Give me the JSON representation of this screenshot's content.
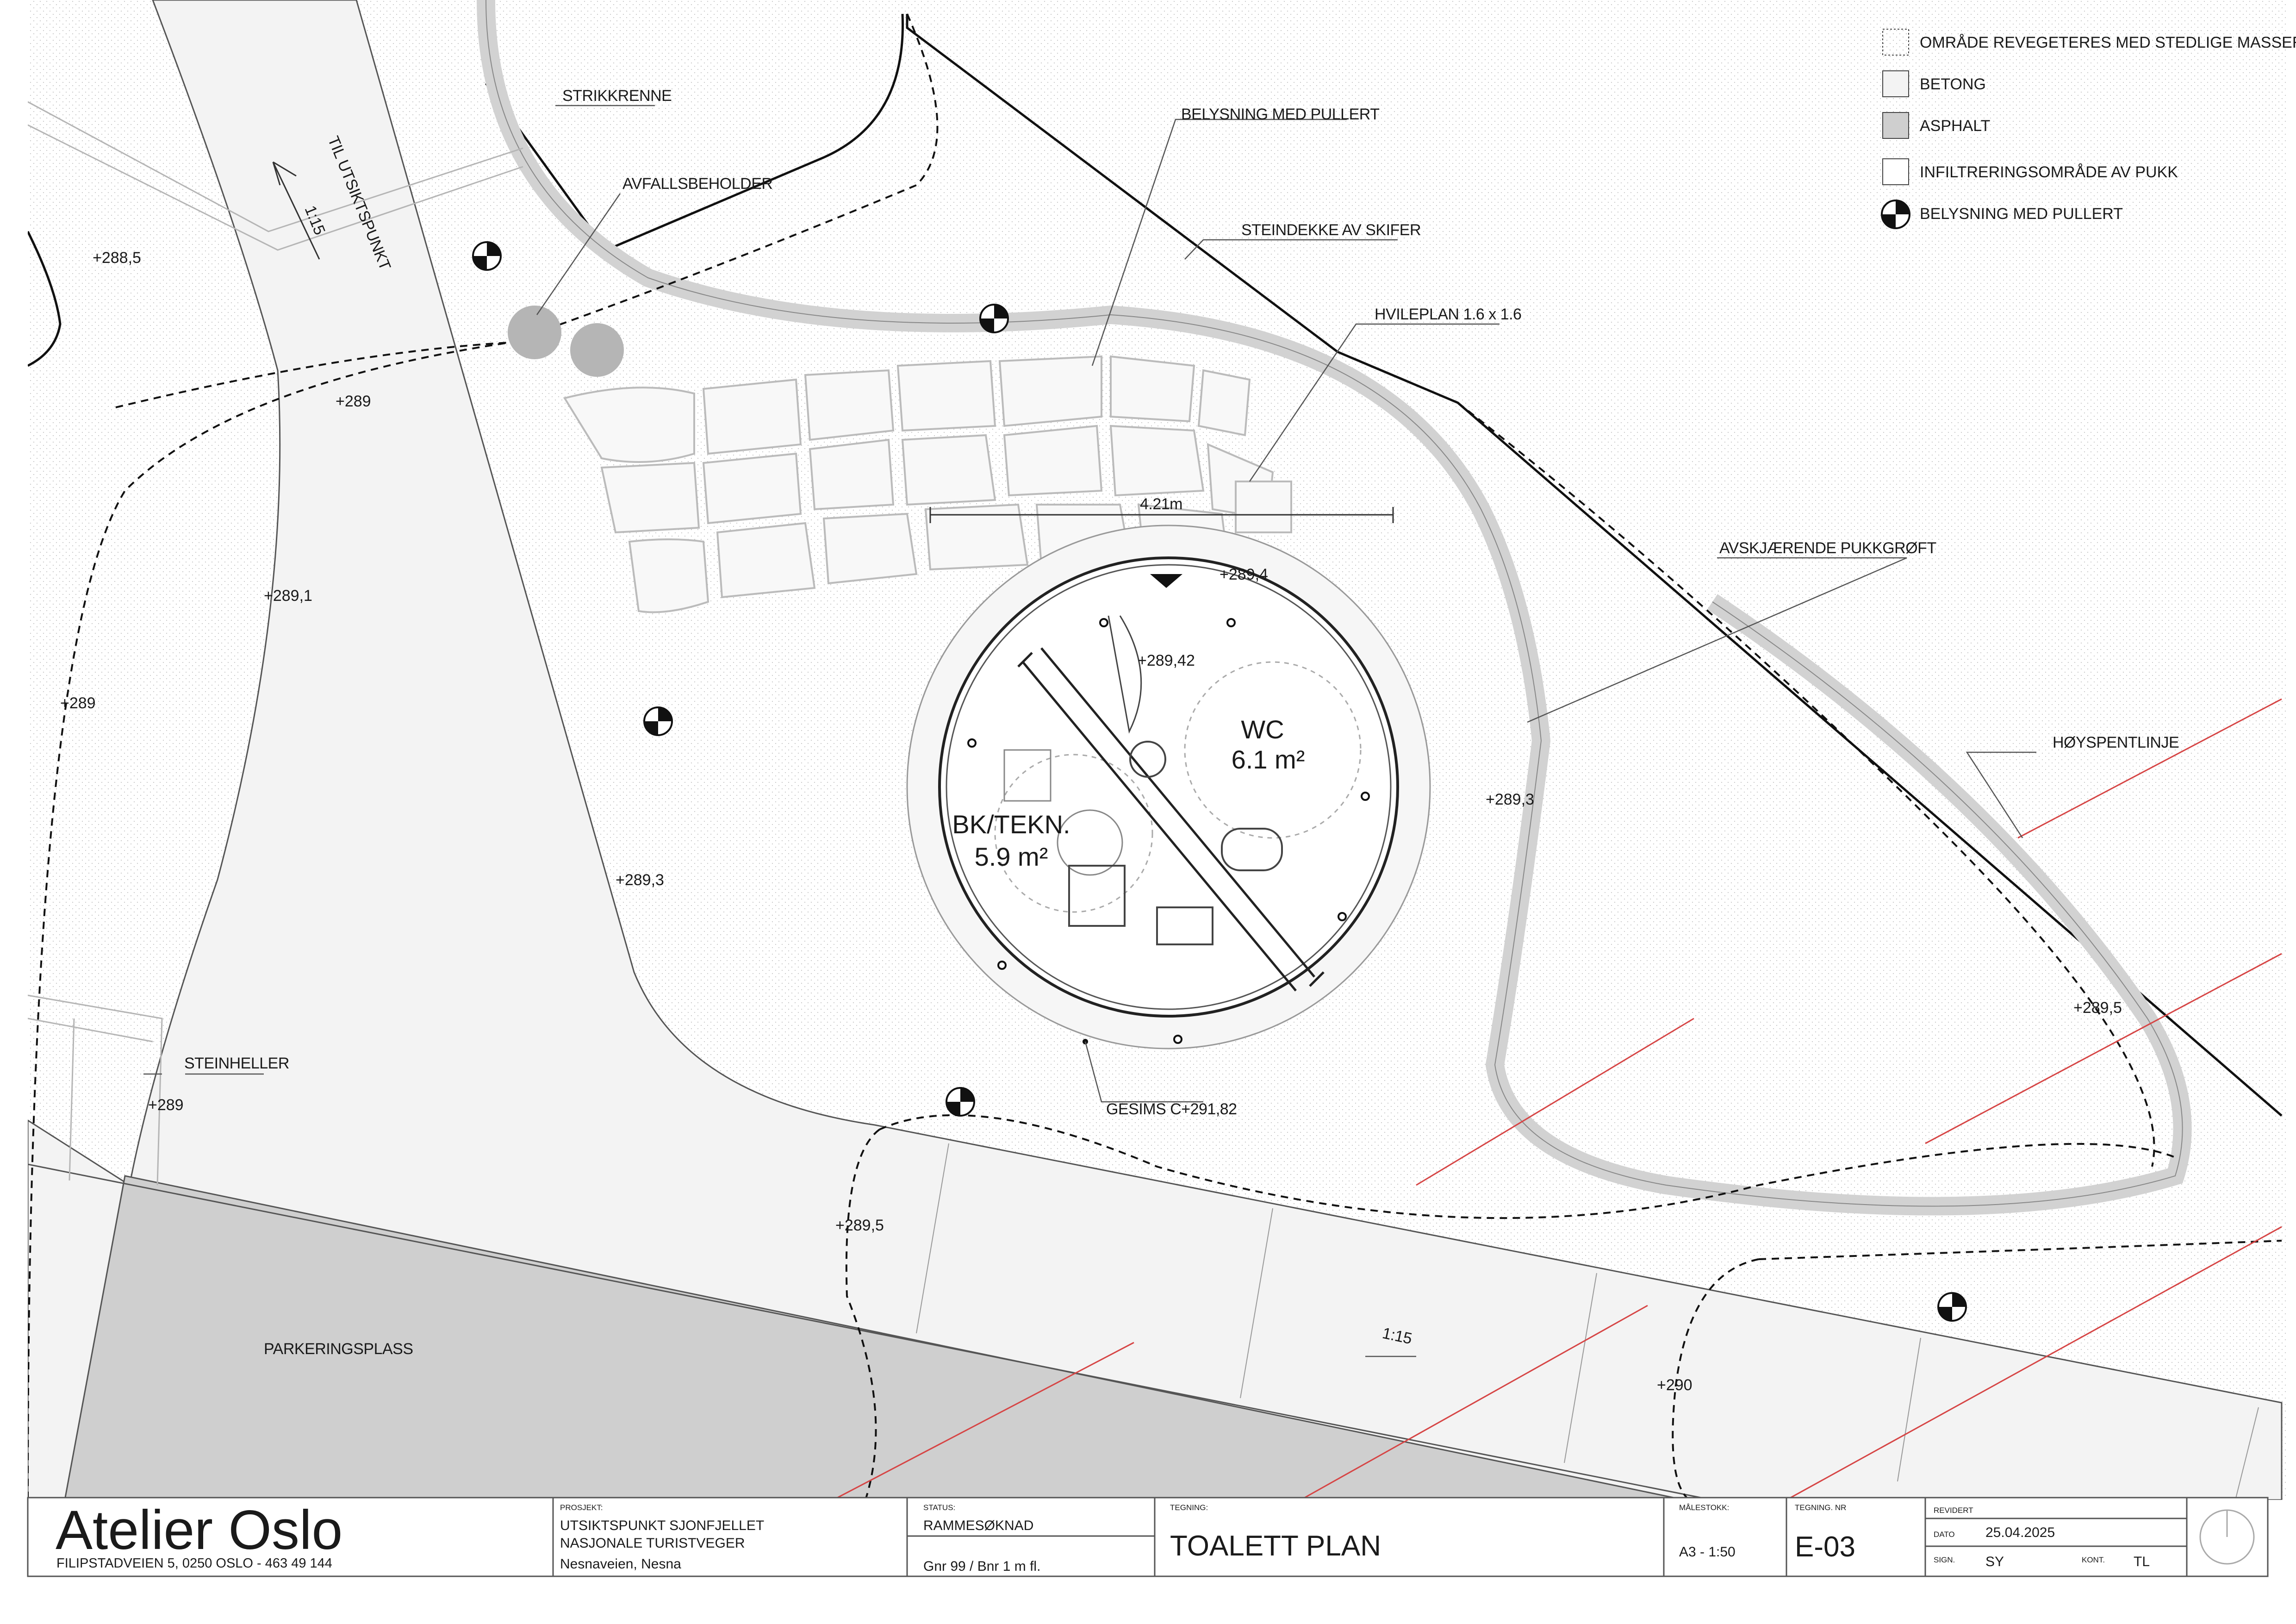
{
  "legend": [
    {
      "label": "OMRÅDE REVEGETERES MED STEDLIGE MASSER",
      "symbol": "dotted-fill"
    },
    {
      "label": "BETONG",
      "symbol": "light-grey-fill"
    },
    {
      "label": "ASPHALT",
      "symbol": "grey-fill"
    },
    {
      "label": "INFILTRERINGSOMRÅDE AV PUKK",
      "symbol": "white-fill"
    },
    {
      "label": "BELYSNING MED PULLERT",
      "symbol": "quartered-circle"
    }
  ],
  "labels": {
    "strikkrenne": "STRIKKRENNE",
    "avfallsbeholder": "AVFALLSBEHOLDER",
    "belysning": "BELYSNING MED PULLERT",
    "steindekke": "STEINDEKKE AV SKIFER",
    "hvileplan": "HVILEPLAN 1.6 x 1.6",
    "avskjaerende": "AVSKJÆRENDE PUKKGRØFT",
    "hoyspent": "HØYSPENTLINJE",
    "steinheller": "STEINHELLER",
    "parkering": "PARKERINGSPLASS",
    "gesims": "GESIMS C+291,82",
    "til_utsikt": "TIL UTSIKTSPUNKT",
    "slope_road": "1:15",
    "slope_park": "1:15",
    "dimension": "4.21m"
  },
  "rooms": {
    "wc_name": "WC",
    "wc_area": "6.1 m²",
    "bk_name": "BK/TEKN.",
    "bk_area": "5.9 m²"
  },
  "spot_heights": {
    "h1": "+288,5",
    "h2": "+289",
    "h3": "+289,1",
    "h4": "+289",
    "h5": "+289,3",
    "h6": "+289",
    "h7": "+289,4",
    "h8": "+289,42",
    "h9": "+289,3",
    "h10": "+289,5",
    "h11": "+289,5",
    "h12": "+290"
  },
  "title_block": {
    "company": "Atelier Oslo",
    "address": "FILIPSTADVEIEN 5, 0250 OSLO - 463 49 144",
    "project_label": "PROSJEKT:",
    "project_line1": "UTSIKTSPUNKT SJONFJELLET",
    "project_line2": "NASJONALE TURISTVEGER",
    "project_line3": "Nesnaveien, Nesna",
    "status_label": "STATUS:",
    "status": "RAMMESØKNAD",
    "gnr": "Gnr 99 / Bnr 1 m fl.",
    "drawing_label": "TEGNING:",
    "drawing_title": "TOALETT PLAN",
    "scale_label": "MÅLESTOKK:",
    "scale": "A3 - 1:50",
    "number_label": "TEGNING. NR",
    "number": "E-03",
    "revised_label": "REVIDERT",
    "date_label": "DATO",
    "date": "25.04.2025",
    "sign_label": "SIGN.",
    "sign": "SY",
    "kont_label": "KONT.",
    "kont": "TL"
  },
  "colors": {
    "asphalt": "#cfcfcf",
    "concrete": "#f3f3f3",
    "line": "#1a1a1a",
    "powerline": "#d64545",
    "bollard_fill": "#111111",
    "bin_fill": "#b5b5b5"
  }
}
